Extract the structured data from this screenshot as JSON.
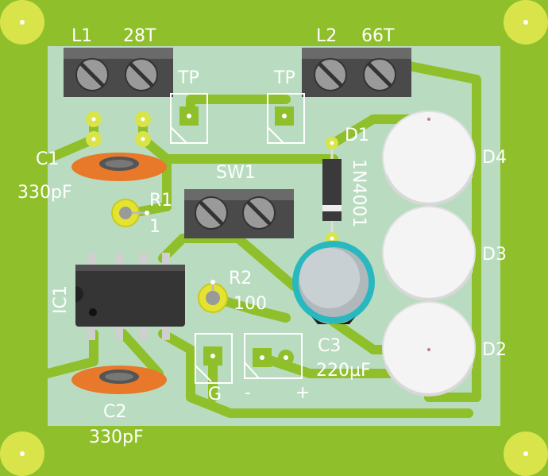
{
  "board": {
    "colors": {
      "pcb": "#8fbf2a",
      "soldermask_window": "#b9dcc0",
      "copper": "#86b52a",
      "pad_ring": "#d8e44a",
      "silkscreen": "#ffffff",
      "terminal_body": "#4a4a4a",
      "capacitor_ceramic": "#e8782a",
      "electrolytic_ring": "#2ab8c0",
      "led_body": "#f4f4f4"
    },
    "labels": {
      "l1": "L1",
      "l1_turns": "28T",
      "l2": "L2",
      "l2_turns": "66T",
      "tp_left": "TP",
      "tp_right": "TP",
      "c1": "C1",
      "c1_value": "330pF",
      "r1": "R1",
      "r1_value": "1",
      "sw1": "SW1",
      "d1": "D1",
      "d1_part": "1N4001",
      "d4": "D4",
      "d3": "D3",
      "d2": "D2",
      "r2": "R2",
      "r2_value": "100",
      "ic1": "IC1",
      "c3": "C3",
      "c3_value": "220µF",
      "c2": "C2",
      "c2_value": "330pF",
      "gnd": "G",
      "minus": "-",
      "plus": "+"
    },
    "icons": [
      "mounting-hole-icon",
      "screw-terminal-icon",
      "led-icon",
      "ic-chip-icon",
      "capacitor-icon",
      "diode-icon",
      "resistor-icon"
    ]
  }
}
